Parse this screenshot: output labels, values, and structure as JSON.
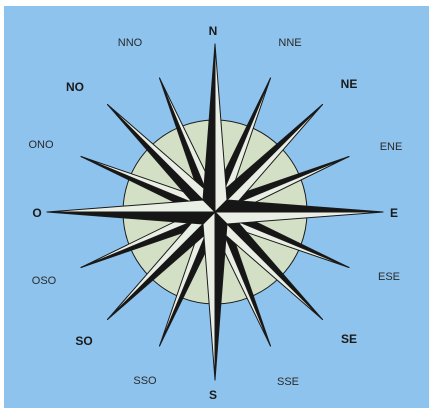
{
  "colors": {
    "background": "#8ec3ee",
    "dark": "#161616",
    "light": "#e9efe4",
    "disc": "#d4e0c6",
    "outline": "#1a1a1a"
  },
  "directions": [
    {
      "label": "N",
      "bold": true
    },
    {
      "label": "NNE",
      "bold": false
    },
    {
      "label": "NE",
      "bold": true
    },
    {
      "label": "ENE",
      "bold": false
    },
    {
      "label": "E",
      "bold": true
    },
    {
      "label": "ESE",
      "bold": false
    },
    {
      "label": "SE",
      "bold": true
    },
    {
      "label": "SSE",
      "bold": false
    },
    {
      "label": "S",
      "bold": true
    },
    {
      "label": "SSO",
      "bold": false
    },
    {
      "label": "SO",
      "bold": true
    },
    {
      "label": "OSO",
      "bold": false
    },
    {
      "label": "O",
      "bold": true
    },
    {
      "label": "ONO",
      "bold": false
    },
    {
      "label": "NO",
      "bold": true
    },
    {
      "label": "NNO",
      "bold": false
    }
  ]
}
